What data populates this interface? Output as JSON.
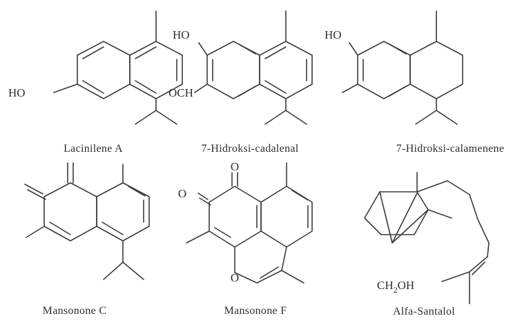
{
  "compounds": [
    {
      "name": "Lacinilene A",
      "labels": [
        "HO"
      ]
    },
    {
      "name": "7-Hidroksi-cadalenal",
      "labels": [
        "HO",
        "OCH"
      ]
    },
    {
      "name": "7-Hidroksi-calamenene",
      "labels": [
        "HO"
      ]
    },
    {
      "name": "Mansonone C",
      "labels": []
    },
    {
      "name": "Mansonone F",
      "labels": [
        "O",
        "O",
        "O"
      ]
    },
    {
      "name": "Alfa-Santalol",
      "labels": [
        "CH",
        "2",
        "OH"
      ]
    }
  ]
}
